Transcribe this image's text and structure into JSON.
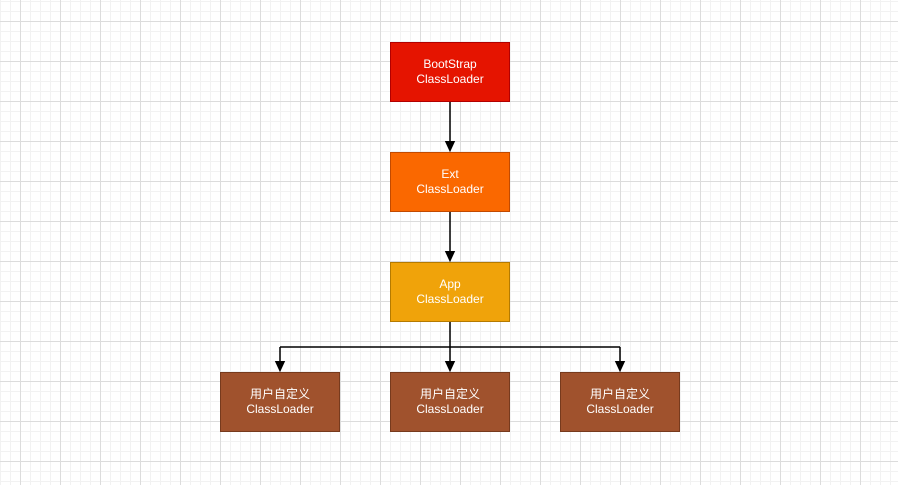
{
  "canvas": {
    "background": "#ffffff",
    "grid_minor_color": "#f2f2f2",
    "grid_major_color": "#dcdcdc"
  },
  "diagram": {
    "edge_color": "#000000",
    "nodes": [
      {
        "id": "bootstrap-classloader",
        "label": "BootStrap\nClassLoader",
        "fill": "#E51400",
        "stroke": "#B20000",
        "text_color": "#ffffff"
      },
      {
        "id": "ext-classloader",
        "label": "Ext\nClassLoader",
        "fill": "#FA6800",
        "stroke": "#C24A00",
        "text_color": "#ffffff"
      },
      {
        "id": "app-classloader",
        "label": "App\nClassLoader",
        "fill": "#F0A30A",
        "stroke": "#B57A00",
        "text_color": "#ffffff"
      },
      {
        "id": "custom-classloader-1",
        "label": "用户自定义\nClassLoader",
        "fill": "#A0522D",
        "stroke": "#773A1D",
        "text_color": "#ffffff"
      },
      {
        "id": "custom-classloader-2",
        "label": "用户自定义\nClassLoader",
        "fill": "#A0522D",
        "stroke": "#773A1D",
        "text_color": "#ffffff"
      },
      {
        "id": "custom-classloader-3",
        "label": "用户自定义\nClassLoader",
        "fill": "#A0522D",
        "stroke": "#773A1D",
        "text_color": "#ffffff"
      }
    ],
    "edges": [
      {
        "from": "bootstrap-classloader",
        "to": "ext-classloader"
      },
      {
        "from": "ext-classloader",
        "to": "app-classloader"
      },
      {
        "from": "app-classloader",
        "to": "custom-classloader-1"
      },
      {
        "from": "app-classloader",
        "to": "custom-classloader-2"
      },
      {
        "from": "app-classloader",
        "to": "custom-classloader-3"
      }
    ]
  }
}
